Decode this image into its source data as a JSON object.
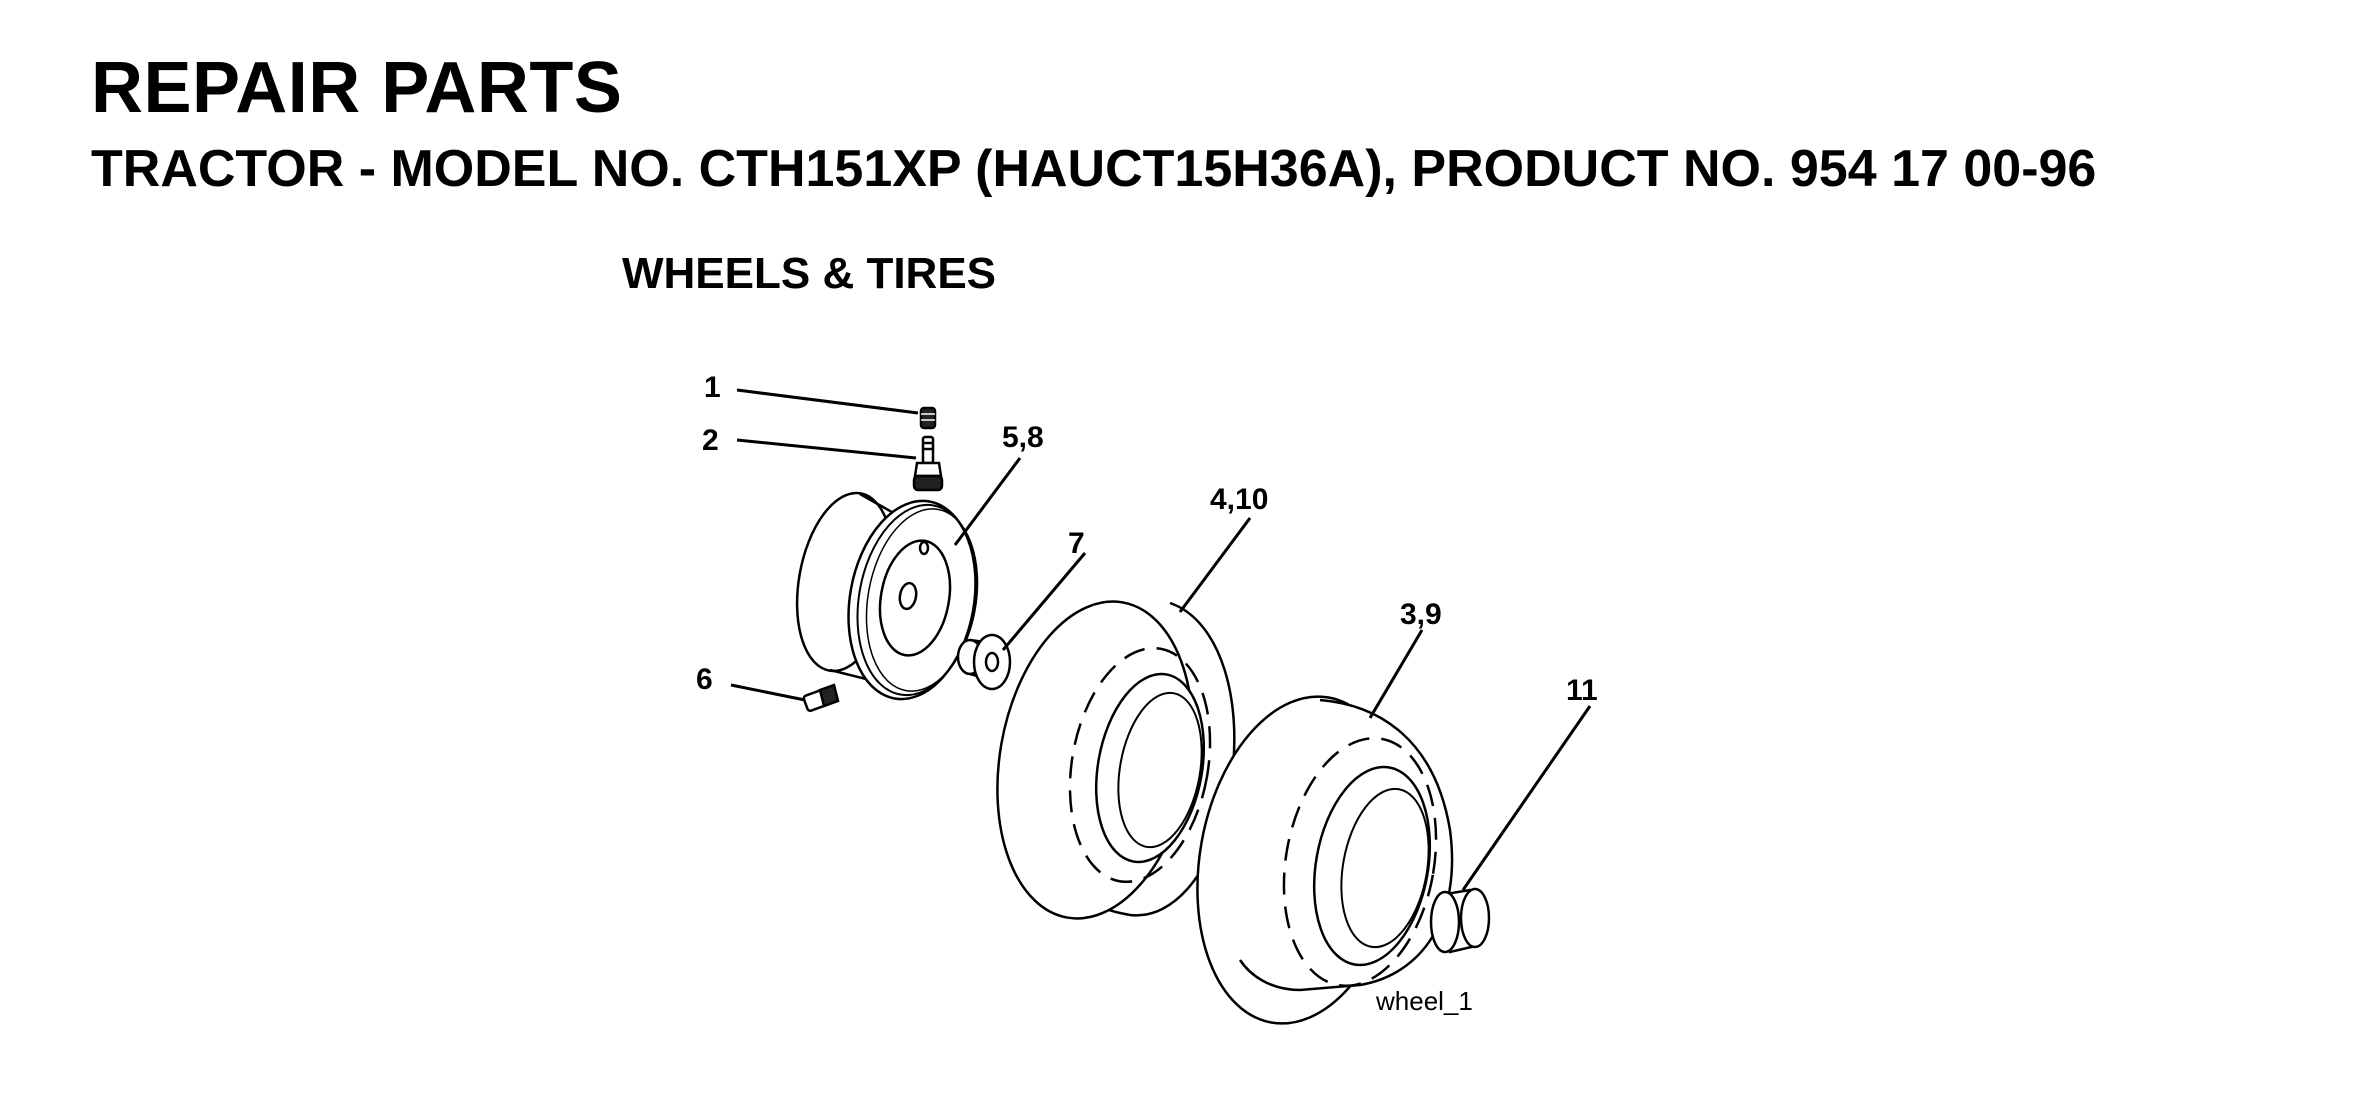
{
  "header": {
    "title": "REPAIR PARTS",
    "subtitle": "TRACTOR - MODEL NO. CTH151XP (HAUCT15H36A), PRODUCT NO. 954 17 00-96"
  },
  "diagram": {
    "section_title": "WHEELS & TIRES",
    "callouts": [
      "1",
      "2",
      "5,8",
      "7",
      "4,10",
      "3,9",
      "6",
      "11"
    ],
    "figure_id": "wheel_1",
    "line_color": "#000000",
    "background_color": "#ffffff"
  }
}
